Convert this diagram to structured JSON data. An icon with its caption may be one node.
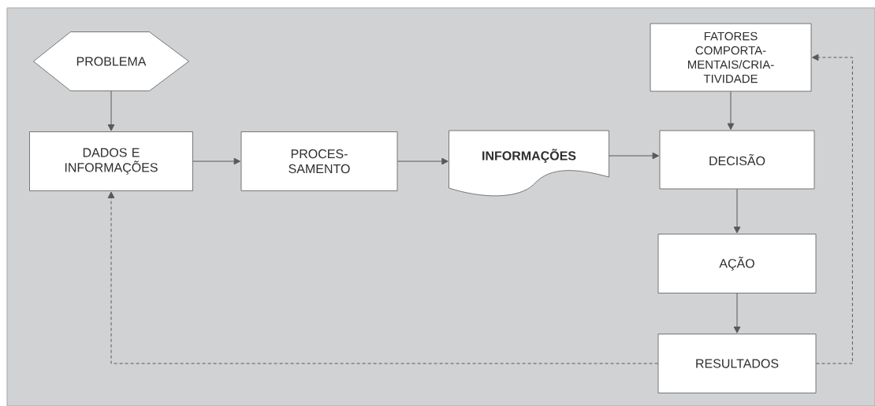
{
  "diagram": {
    "nodes": [
      {
        "text": [
          "PROBLEMA"
        ]
      },
      {
        "text": [
          "DADOS E INFORMAÇÕES"
        ]
      },
      {
        "text": [
          "PROCES- SAMENTO"
        ]
      },
      {
        "text": [
          "INFORMAÇÕES"
        ]
      },
      {
        "text": [
          "FATORES COMPORTA- MENTAIS/CRIA- TIVIDADE"
        ]
      },
      {
        "text": [
          "DECISÃO"
        ]
      },
      {
        "text": [
          "AÇÃO"
        ]
      },
      {
        "text": [
          "RESULTADOS"
        ]
      }
    ],
    "edges": [
      {
        "from": 0,
        "to": 1,
        "arrow": "to"
      },
      {
        "from": 1,
        "to": 2,
        "arrow": "to"
      },
      {
        "from": 2,
        "to": 3,
        "arrow": "to"
      },
      {
        "from": 3,
        "to": 5,
        "arrow": "to"
      },
      {
        "from": 4,
        "to": 5,
        "arrow": "to"
      },
      {
        "from": 5,
        "to": 6,
        "arrow": "to"
      },
      {
        "from": 6,
        "to": 7,
        "arrow": "to"
      },
      {
        "from": 7,
        "to": 1,
        "arrow": "to",
        "style": "dashed"
      },
      {
        "from": 7,
        "to": 4,
        "arrow": "to",
        "style": "dashed"
      }
    ]
  }
}
